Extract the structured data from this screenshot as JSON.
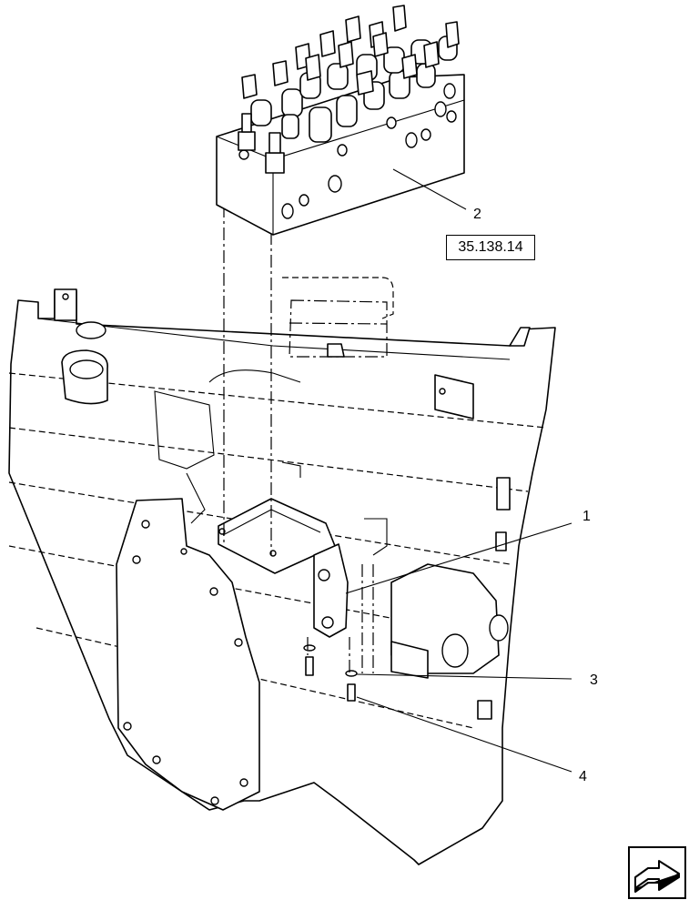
{
  "callouts": {
    "c1": "1",
    "c2": "2",
    "c3": "3",
    "c4": "4"
  },
  "reference": "35.138.14",
  "nav_icon": "next-page-arrow-icon"
}
